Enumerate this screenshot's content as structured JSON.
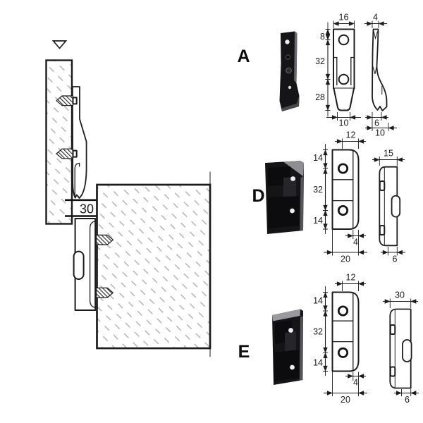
{
  "diagram": {
    "assembly": {
      "overlap_dimension": "30"
    },
    "sections": [
      {
        "label": "A",
        "front": {
          "top_width": "16",
          "height_top": "8",
          "height_middle": "32",
          "height_bottom": "28",
          "bottom_width": "10"
        },
        "side": {
          "top_width": "4",
          "bottom_width_inner": "6",
          "bottom_width_outer": "10"
        }
      },
      {
        "label": "D",
        "front": {
          "top_width": "12",
          "height_top": "14",
          "height_middle": "32",
          "height_bottom": "14",
          "flange_depth": "4",
          "bottom_width": "20"
        },
        "side": {
          "top_width": "15",
          "bottom_width": "6"
        }
      },
      {
        "label": "E",
        "front": {
          "top_width": "12",
          "height_top": "14",
          "height_middle": "32",
          "height_bottom": "14",
          "flange_depth": "4",
          "bottom_width": "20"
        },
        "side": {
          "top_width": "30",
          "bottom_width": "6"
        }
      }
    ],
    "colors": {
      "line": "#1c1c1c",
      "hatch": "#a9a9a9",
      "fitting_body": "#151517",
      "background": "#ffffff"
    }
  }
}
